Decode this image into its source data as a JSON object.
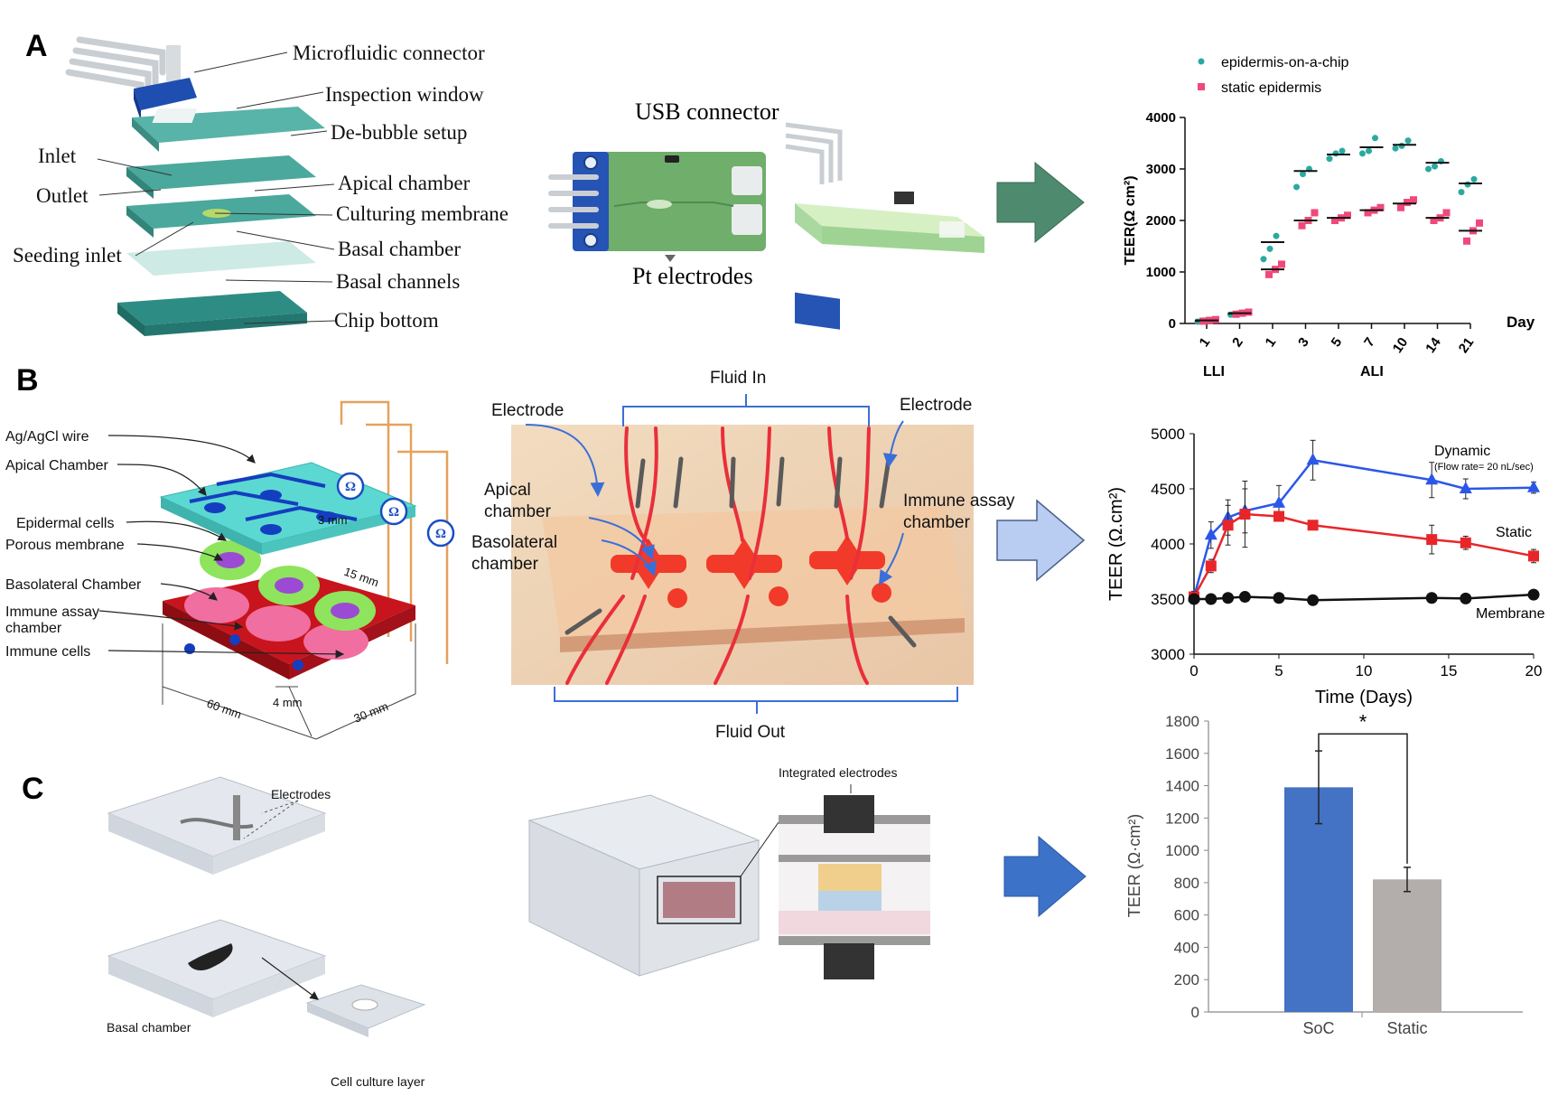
{
  "panels": {
    "A": {
      "letter": "A",
      "exploded_labels": {
        "microfluidic_connector": "Microfluidic connector",
        "inspection_window": "Inspection window",
        "de_bubble": "De-bubble setup",
        "inlet": "Inlet",
        "outlet": "Outlet",
        "apical_chamber": "Apical chamber",
        "culturing_membrane": "Culturing membrane",
        "seeding_inlet": "Seeding inlet",
        "basal_chamber": "Basal chamber",
        "basal_channels": "Basal channels",
        "chip_bottom": "Chip bottom"
      },
      "device_labels": {
        "usb_connector": "USB connector",
        "pt_electrodes": "Pt electrodes"
      }
    },
    "B": {
      "letter": "B",
      "schematic_labels": {
        "wire": "Ag/AgCl wire",
        "apical": "Apical Chamber",
        "epidermal": "Epidermal cells",
        "porous": "Porous membrane",
        "basolateral": "Basolateral Chamber",
        "immune_assay": "Immune assay",
        "immune_assay2": "chamber",
        "immune_cells": "Immune cells",
        "ohm": "Ω",
        "dim_3mm": "3 mm",
        "dim_15mm": "15 mm",
        "dim_4mm": "4 mm",
        "dim_60mm": "60 mm",
        "dim_30mm": "30 mm"
      },
      "photo_labels": {
        "fluid_in": "Fluid In",
        "fluid_out": "Fluid Out",
        "electrode_left": "Electrode",
        "electrode_right": "Electrode",
        "apical": "Apical",
        "apical2": "chamber",
        "basolateral": "Basolateral",
        "basolateral2": "chamber",
        "immune": "Immune assay",
        "immune2": "chamber"
      }
    },
    "C": {
      "letter": "C",
      "labels": {
        "electrodes": "Electrodes",
        "basal_chamber": "Basal chamber",
        "cell_culture_layer": "Cell culture layer",
        "integrated_electrodes": "Integrated electrodes"
      }
    }
  },
  "colors": {
    "teal": "#2aa9a0",
    "pink": "#f0487a",
    "blue_series": "#2b57e8",
    "red_series": "#e8262a",
    "black_series": "#111111",
    "bar_soc": "#4472c4",
    "bar_static": "#b3adab",
    "arrow_green": "#4e8a6e",
    "arrow_lightblue": "#b9cdf2",
    "arrow_blue": "#3c72c8"
  },
  "chart_data": [
    {
      "type": "scatter",
      "ylabel": "TEER(Ω cm²)",
      "xlabel": "Day",
      "categories": [
        "1",
        "2",
        "1",
        "3",
        "5",
        "7",
        "10",
        "14",
        "21"
      ],
      "group_labels": [
        "LLI",
        "ALI"
      ],
      "ylim": [
        0,
        4000
      ],
      "yticks": [
        "0",
        "1000",
        "2000",
        "3000",
        "4000"
      ],
      "series": [
        {
          "name": "epidermis-on-a-chip",
          "points": [
            [
              35,
              55,
              60
            ],
            [
              170,
              190,
              210
            ],
            [
              1250,
              1450,
              1700
            ],
            [
              2650,
              2900,
              3000
            ],
            [
              3200,
              3300,
              3350
            ],
            [
              3300,
              3350,
              3600
            ],
            [
              3400,
              3450,
              3550
            ],
            [
              3000,
              3050,
              3150
            ],
            [
              2550,
              2700,
              2800
            ]
          ],
          "means": [
            50,
            190,
            1580,
            2960,
            3280,
            3420,
            3470,
            3120,
            2720
          ]
        },
        {
          "name": "static epidermis",
          "points": [
            [
              45,
              60,
              75
            ],
            [
              180,
              200,
              220
            ],
            [
              950,
              1050,
              1150
            ],
            [
              1900,
              2000,
              2150
            ],
            [
              2000,
              2050,
              2100
            ],
            [
              2150,
              2200,
              2250
            ],
            [
              2250,
              2350,
              2400
            ],
            [
              2000,
              2050,
              2150
            ],
            [
              1600,
              1800,
              1950
            ]
          ],
          "means": [
            60,
            200,
            1050,
            2000,
            2050,
            2200,
            2330,
            2050,
            1800
          ]
        }
      ]
    },
    {
      "type": "line",
      "xlabel": "Time (Days)",
      "ylabel": "TEER (Ω.cm²)",
      "xlim": [
        0,
        20
      ],
      "ylim": [
        3000,
        5000
      ],
      "xticks": [
        "0",
        "5",
        "10",
        "15",
        "20"
      ],
      "yticks": [
        "3000",
        "3500",
        "4000",
        "4500",
        "5000"
      ],
      "series": [
        {
          "name": "Dynamic",
          "note": "(Flow rate= 20 nL/sec)",
          "x": [
            0,
            1,
            2,
            3,
            5,
            7,
            14,
            16,
            20
          ],
          "y": [
            3520,
            4080,
            4240,
            4300,
            4370,
            4760,
            4580,
            4500,
            4510
          ],
          "err": [
            50,
            120,
            160,
            200,
            160,
            180,
            160,
            90,
            50
          ]
        },
        {
          "name": "Static",
          "x": [
            0,
            1,
            2,
            3,
            5,
            7,
            14,
            16,
            20
          ],
          "y": [
            3520,
            3800,
            4170,
            4270,
            4250,
            4170,
            4040,
            4010,
            3890
          ],
          "err": [
            50,
            60,
            180,
            300,
            40,
            40,
            130,
            60,
            60
          ]
        },
        {
          "name": "Membrane",
          "x": [
            0,
            1,
            2,
            3,
            5,
            7,
            14,
            16,
            20
          ],
          "y": [
            3500,
            3500,
            3510,
            3520,
            3510,
            3490,
            3510,
            3505,
            3540
          ],
          "err": [
            0,
            0,
            0,
            0,
            0,
            0,
            0,
            0,
            0
          ]
        }
      ]
    },
    {
      "type": "bar",
      "ylabel": "TEER (Ω·cm²)",
      "categories": [
        "SoC",
        "Static"
      ],
      "values": [
        1390,
        820
      ],
      "errors": [
        225,
        75
      ],
      "ylim": [
        0,
        1800
      ],
      "yticks": [
        "0",
        "200",
        "400",
        "600",
        "800",
        "1000",
        "1200",
        "1400",
        "1600",
        "1800"
      ],
      "significance": "*"
    }
  ]
}
